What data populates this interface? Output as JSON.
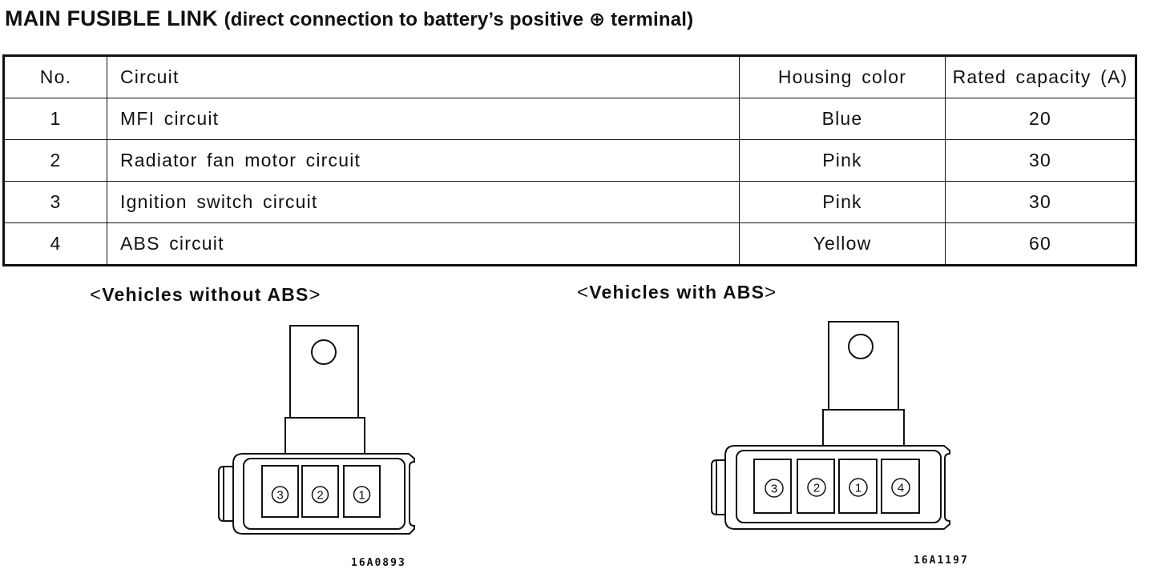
{
  "title": {
    "main": "MAIN FUSIBLE LINK",
    "sub": "(direct connection to battery’s positive ⊕ terminal)"
  },
  "table": {
    "headers": [
      "No.",
      "Circuit",
      "Housing color",
      "Rated capacity (A)"
    ],
    "rows": [
      [
        "1",
        "MFI circuit",
        "Blue",
        "20"
      ],
      [
        "2",
        "Radiator fan motor circuit",
        "Pink",
        "30"
      ],
      [
        "3",
        "Ignition switch circuit",
        "Pink",
        "30"
      ],
      [
        "4",
        "ABS circuit",
        "Yellow",
        "60"
      ]
    ]
  },
  "figures": {
    "without_abs": {
      "label": "Vehicles without ABS",
      "slots": [
        "3",
        "2",
        "1"
      ],
      "code": "16A0893"
    },
    "with_abs": {
      "label": "Vehicles with ABS",
      "slots": [
        "3",
        "2",
        "1",
        "4"
      ],
      "code": "16A1197"
    }
  }
}
